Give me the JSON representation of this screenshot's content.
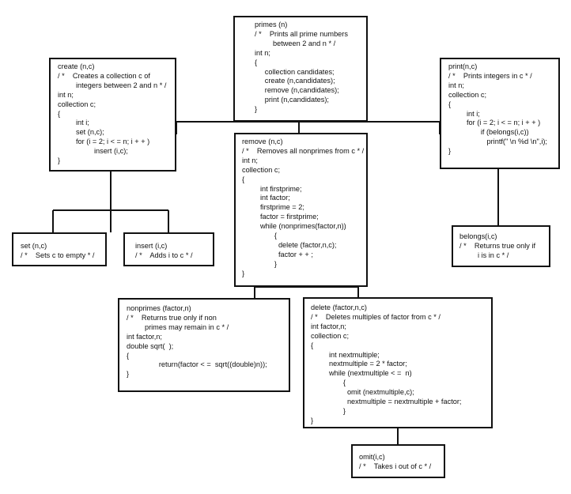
{
  "boxes": {
    "primes": [
      "primes (n)",
      "/ *    Prints all prime numbers",
      "         between 2 and n * /",
      "int n;",
      "{",
      "     collection candidates;",
      "     create (n,candidates);",
      "     remove (n,candidates);",
      "     print (n,candidates);",
      "}"
    ],
    "create": [
      "create (n,c)",
      "/ *    Creates a collection c of",
      "         integers between 2 and n * /",
      "int n;",
      "collection c;",
      "{",
      "         int i;",
      "         set (n,c);",
      "         for (i = 2; i < = n; i + + )",
      "                  insert (i,c);",
      "}"
    ],
    "print": [
      "print(n,c)",
      "/ *    Prints integers in c * /",
      "int n;",
      "collection c;",
      "{",
      "         int i;",
      "         for (i = 2; i < = n; i + + )",
      "                if (belongs(i,c))",
      "                   printf(\" \\n %d \\n\",i);",
      "}"
    ],
    "remove": [
      "remove (n,c)",
      "/ *    Removes all nonprimes from c * /",
      "int n;",
      "collection c;",
      "{",
      "         int firstprime;",
      "         int factor;",
      "         firstprime = 2;",
      "         factor = firstprime;",
      "         while (nonprimes(factor,n))",
      "                {",
      "                  delete (factor,n,c);",
      "                  factor + + ;",
      "                }",
      "}"
    ],
    "set": [
      "set (n,c)",
      "/ *    Sets c to empty * /"
    ],
    "insert": [
      "insert (i,c)",
      "/ *    Adds i to c * /"
    ],
    "belongs": [
      "belongs(i,c)",
      "/ *    Returns true only if",
      "         i is in c * /"
    ],
    "nonprimes": [
      "nonprimes (factor,n)",
      "/ *    Returns true only if non",
      "         primes may remain in c * /",
      "int factor,n;",
      "double sqrt(  );",
      "{",
      "                return(factor < =  sqrt((double)n));",
      "}"
    ],
    "delete": [
      "delete (factor,n,c)",
      "/ *    Deletes multiples of factor from c * /",
      "int factor,n;",
      "collection c;",
      "{",
      "         int nextmultiple;",
      "         nextmultiple = 2 * factor;",
      "         while (nextmultiple < =  n)",
      "                {",
      "                  omit (nextmultiple,c);",
      "                  nextmultiple = nextmultiple + factor;",
      "                }",
      "}"
    ],
    "omit": [
      "omit(i,c)",
      "/ *    Takes i out of c * /"
    ]
  },
  "colors": {
    "ink": "#111111",
    "paper": "#ffffff"
  }
}
